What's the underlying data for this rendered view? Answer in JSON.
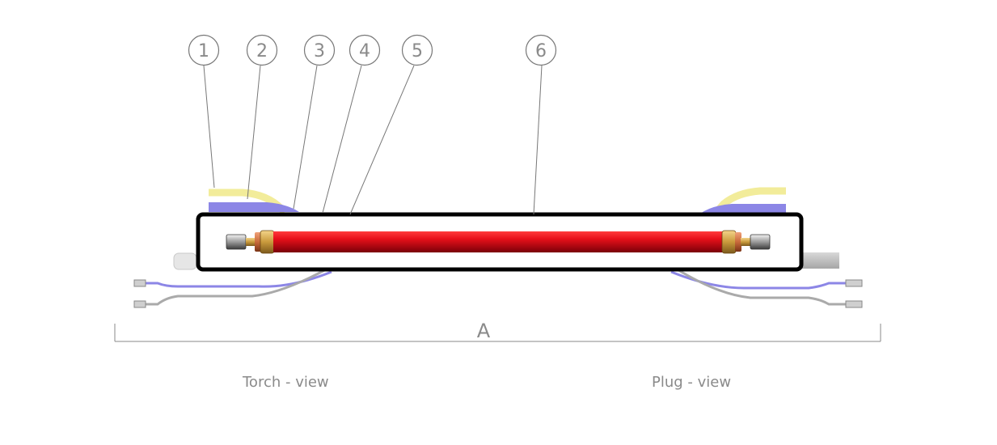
{
  "callouts": [
    "1",
    "2",
    "3",
    "4",
    "5",
    "6"
  ],
  "dimension_label": "A",
  "views": {
    "torch": "Torch - view",
    "plug": "Plug - view"
  },
  "colors": {
    "yellow_hose": "#f2ec9a",
    "blue_hose": "#8c86e6",
    "grey_hose": "#b3b3b3",
    "red_tube": "#e0101a",
    "brass_fitting": "#c99a3c",
    "highlight_frame": "#000000",
    "callout_line": "#777777"
  }
}
